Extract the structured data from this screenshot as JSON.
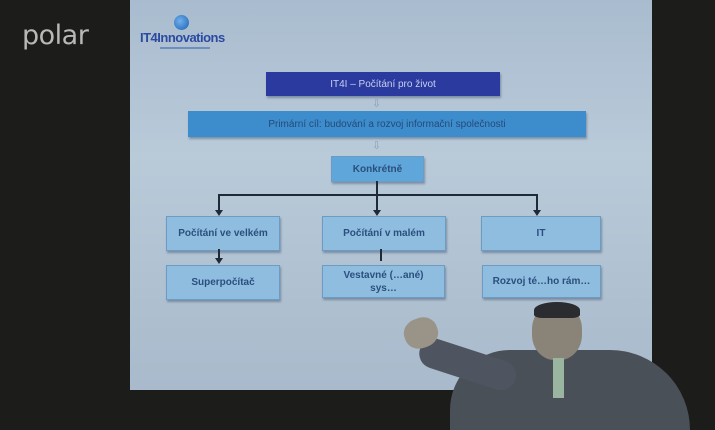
{
  "watermark": "polar",
  "slide": {
    "logo": "IT4Innovations",
    "title": "IT4I – Počítání pro život",
    "goal": "Primární cíl: budování a rozvoj informační společnosti",
    "concrete": "Konkrétně",
    "row1": [
      "Počítání ve velkém",
      "Počítání v malém",
      "IT"
    ],
    "row2": [
      "Superpočítač",
      "Vestavné (…ané) sys…",
      "Rozvoj té…ho rám…"
    ]
  }
}
